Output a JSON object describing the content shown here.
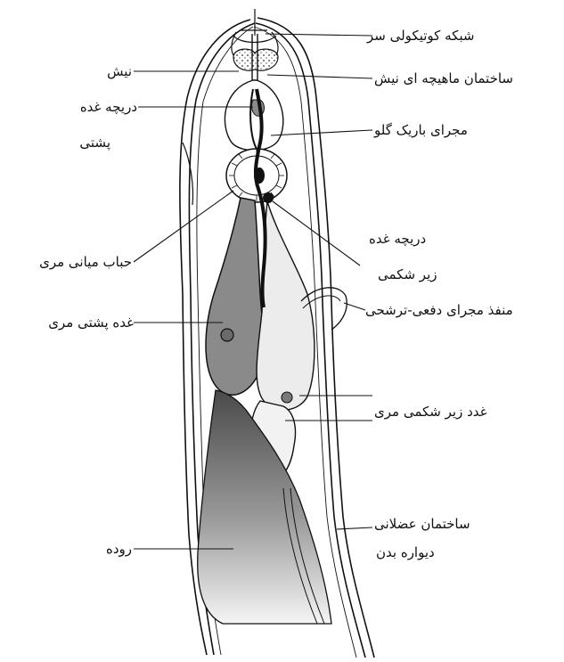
{
  "labels": {
    "cephalic_cuticle_net": "شبکه کوتیکولی سر",
    "stylet": "نیش",
    "stylet_muscle": "ساختمان ماهیچه ای نیش",
    "dorsal_gland_valve_1": "دریچه غده",
    "dorsal_gland_valve_2": "پشتی",
    "narrow_pharynx_duct": "مجرای باریک گلو",
    "median_bulb": "حباب میانی مری",
    "subventral_gland_valve_1": "دریچه غده",
    "subventral_gland_valve_2": "زیر شکمی",
    "excretory_pore": "منفذ مجرای دفعی-ترشحی",
    "dorsal_esophageal_gland": "غده پشتی مری",
    "subventral_esophageal_glands": "غدد زیر شکمی مری",
    "body_wall_muscle_1": "ساختمان عضلانی",
    "body_wall_muscle_2": "دیواره بدن",
    "intestine": "روده"
  },
  "colors": {
    "outline": "#111111",
    "dorsal_gland_fill": "#8a8a8a",
    "subventral_gland_fill": "#e8e8e8",
    "nucleus_fill": "#7a7a7a",
    "intestine_dark": "#555555",
    "intestine_light": "#f4f4f4"
  }
}
